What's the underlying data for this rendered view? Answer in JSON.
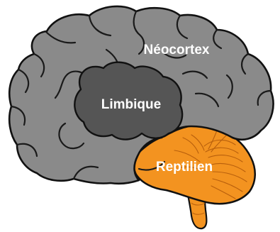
{
  "diagram": {
    "regions": {
      "neocortex": {
        "label": "Néocortex",
        "color": "#8a8a8a"
      },
      "limbic": {
        "label": "Limbique",
        "color": "#555555"
      },
      "reptilian": {
        "label": "Reptilien",
        "color": "#f39320"
      }
    },
    "outline_color": "#111111",
    "fold_line_color": "#1a1a1a",
    "cerebellum_line_color": "#b85f0c"
  }
}
